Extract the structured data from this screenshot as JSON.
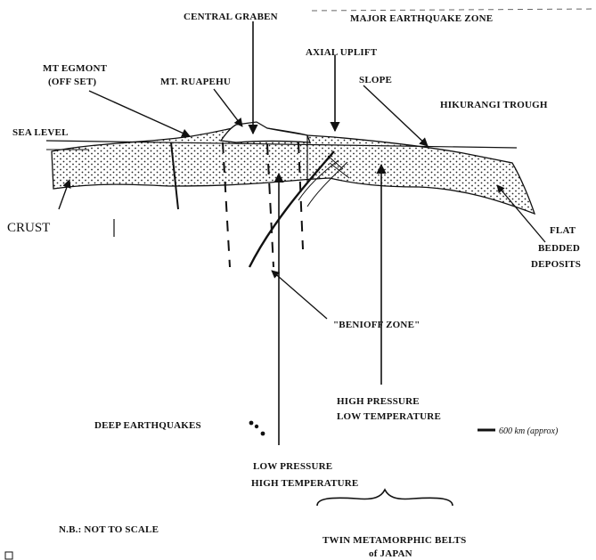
{
  "labels": {
    "central_graben": "CENTRAL GRABEN",
    "major_earthquake_zone": "MAJOR EARTHQUAKE ZONE",
    "axial_uplift": "AXIAL UPLIFT",
    "mt_egmont_line1": "MT EGMONT",
    "mt_egmont_line2": "(OFF SET)",
    "mt_ruapehu": "MT. RUAPEHU",
    "slope": "SLOPE",
    "hikurangi_trough": "HIKURANGI TROUGH",
    "sea_level": "SEA LEVEL",
    "crust": "CRUST",
    "flat_bedded_line1": "FLAT",
    "flat_bedded_line2": "BEDDED",
    "flat_bedded_line3": "DEPOSITS",
    "benioff_zone": "\"BENIOFF ZONE\"",
    "high_pressure_line1": "HIGH PRESSURE",
    "high_pressure_line2": "LOW TEMPERATURE",
    "deep_earthquakes": "DEEP EARTHQUAKES",
    "scale": "600 km (approx)",
    "low_pressure_line1": "LOW PRESSURE",
    "low_pressure_line2": "HIGH TEMPERATURE",
    "not_to_scale": "N.B.: NOT TO SCALE",
    "twin_belts_line1": "TWIN METAMORPHIC BELTS",
    "twin_belts_line2": "of JAPAN"
  }
}
